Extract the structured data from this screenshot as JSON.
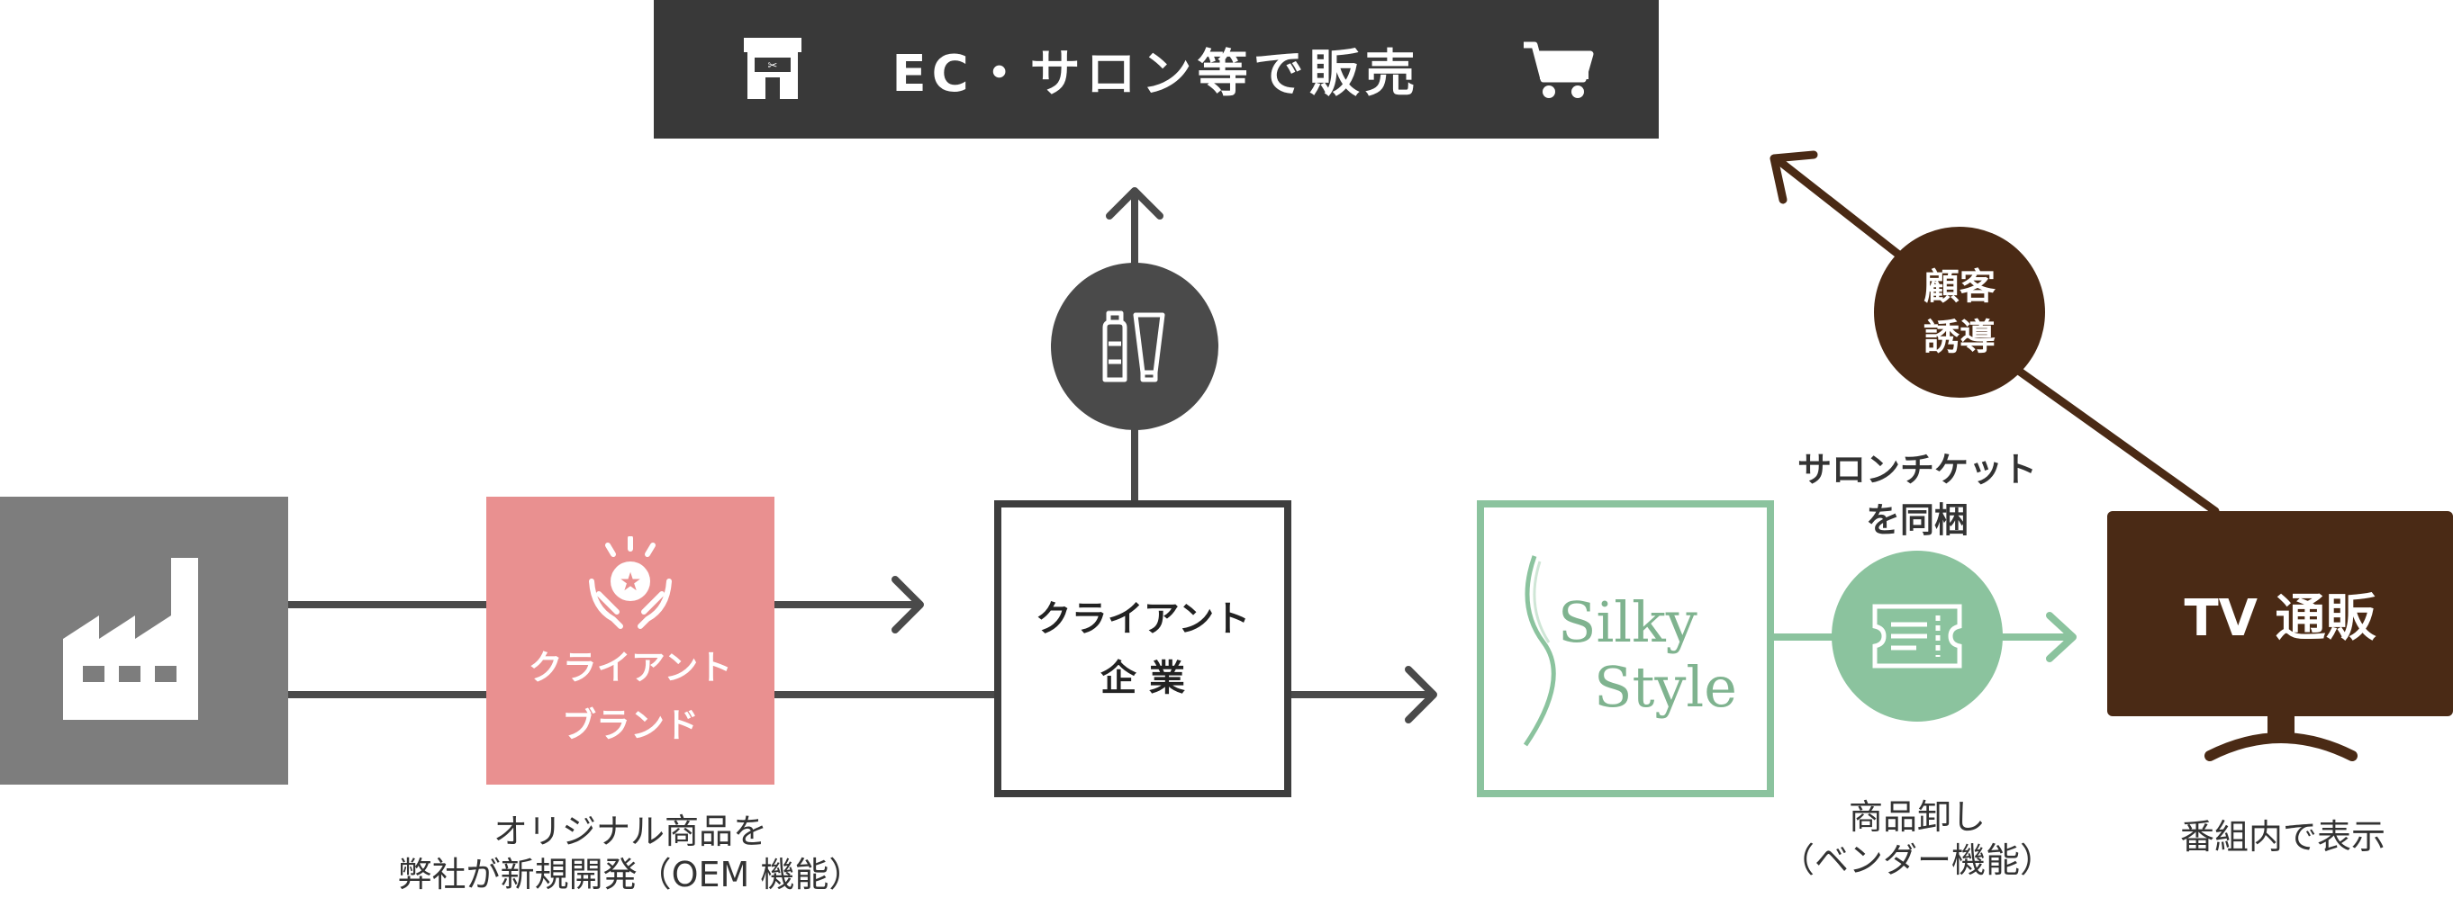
{
  "top_bar": {
    "title": "EC・サロン等で販売",
    "store_icon": "store-icon",
    "cart_icon": "cart-icon"
  },
  "nodes": {
    "factory": {
      "icon": "factory-icon"
    },
    "brand": {
      "line1": "クライアント",
      "line2": "ブランド",
      "icon": "hands-badge-icon"
    },
    "client": {
      "line1": "クライアント",
      "line2": "企 業"
    },
    "silky": {
      "logo_line1": "Silky",
      "logo_line2": "Style"
    },
    "tv": {
      "label": "TV 通販",
      "icon": "tv-icon"
    }
  },
  "circles": {
    "product": {
      "icon": "cosmetics-icon"
    },
    "ticket": {
      "icon": "ticket-icon",
      "label_line1": "サロンチケット",
      "label_line2": "を同梱"
    },
    "guide": {
      "line1": "顧客",
      "line2": "誘導"
    }
  },
  "notes": {
    "oem_line1": "オリジナル商品を",
    "oem_line2": "弊社が新規開発（OEM 機能）",
    "wholesale_line1": "商品卸し",
    "wholesale_line2": "（ベンダー機能）",
    "broadcast": "番組内で表示"
  },
  "colors": {
    "dark_gray": "#393939",
    "factory_gray": "#7d7d7d",
    "brand_pink": "#e99090",
    "silky_green": "#8bc39e",
    "tv_brown": "#4a2a15"
  }
}
